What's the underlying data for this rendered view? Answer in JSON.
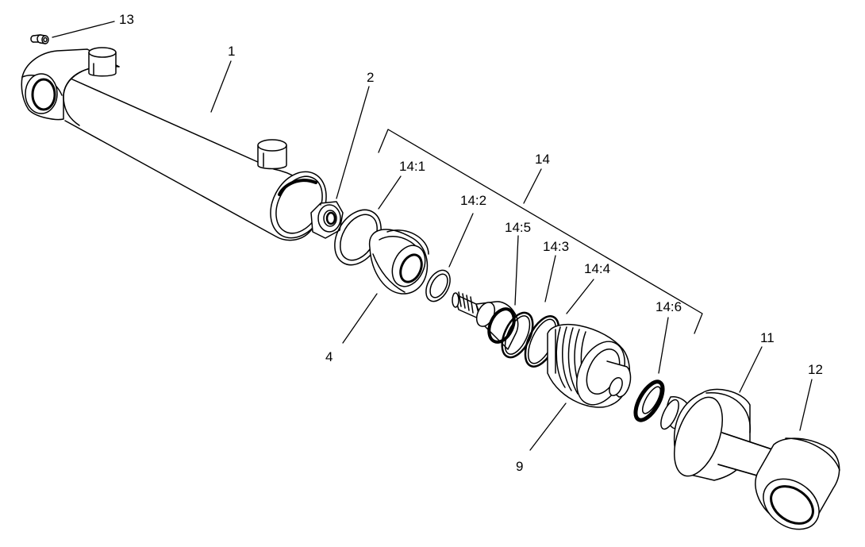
{
  "colors": {
    "ink": "#000000",
    "paper": "#ffffff"
  },
  "labels": {
    "l1": "1",
    "l2": "2",
    "l4": "4",
    "l9": "9",
    "l11": "11",
    "l12": "12",
    "l13": "13",
    "l14": "14",
    "l14_1": "14:1",
    "l14_2": "14:2",
    "l14_3": "14:3",
    "l14_4": "14:4",
    "l14_5": "14:5",
    "l14_6": "14:6"
  }
}
